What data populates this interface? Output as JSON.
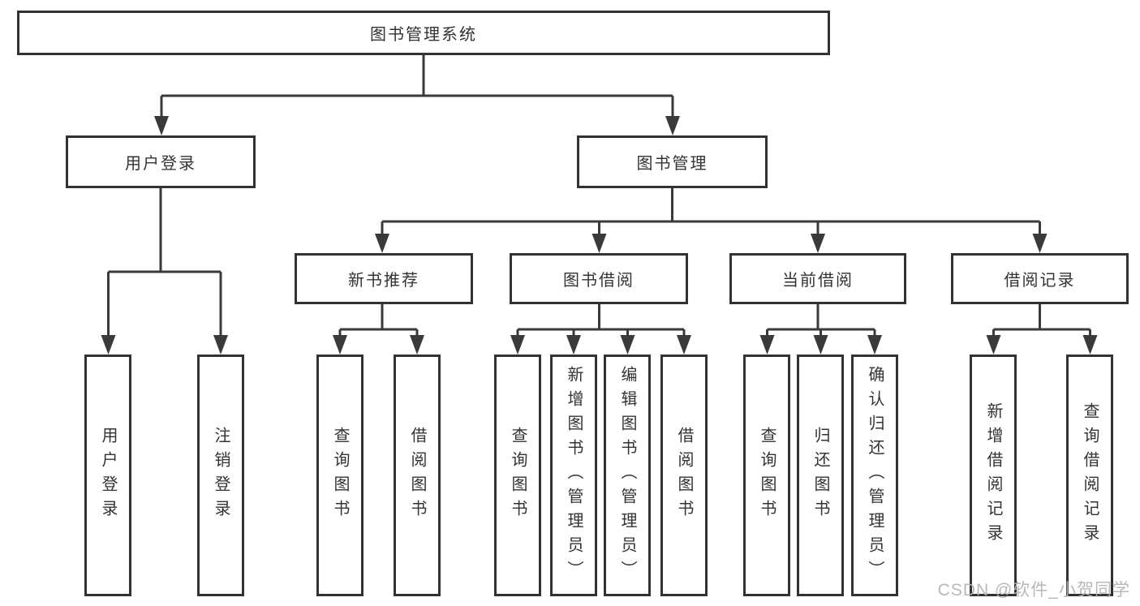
{
  "diagram": {
    "root": {
      "label": "图书管理系统"
    },
    "level2": {
      "user_login": "用户登录",
      "book_management": "图书管理"
    },
    "level3": {
      "new_book_recommend": "新书推荐",
      "book_borrowing": "图书借阅",
      "current_borrowing": "当前借阅",
      "borrowing_records": "借阅记录"
    },
    "leaves": {
      "user_login_leaf": "用户登录",
      "logout": "注销登录",
      "query_books_1": "查询图书",
      "borrow_books_1": "借阅图书",
      "query_books_2": "查询图书",
      "add_books": "新增图书（管理员）",
      "edit_books": "编辑图书（管理员）",
      "borrow_books_2": "借阅图书",
      "query_books_3": "查询图书",
      "return_books": "归还图书",
      "confirm_return": "确认归还（管理员）",
      "add_borrow_record": "新增借阅记录",
      "query_borrow_record": "查询借阅记录"
    },
    "watermark": "CSDN @软件_小贺同学",
    "colors": {
      "line": "#3a3a3a",
      "box_border": "#323232",
      "text": "#333333",
      "watermark": "#b2b2b2",
      "background": "#ffffff"
    }
  }
}
